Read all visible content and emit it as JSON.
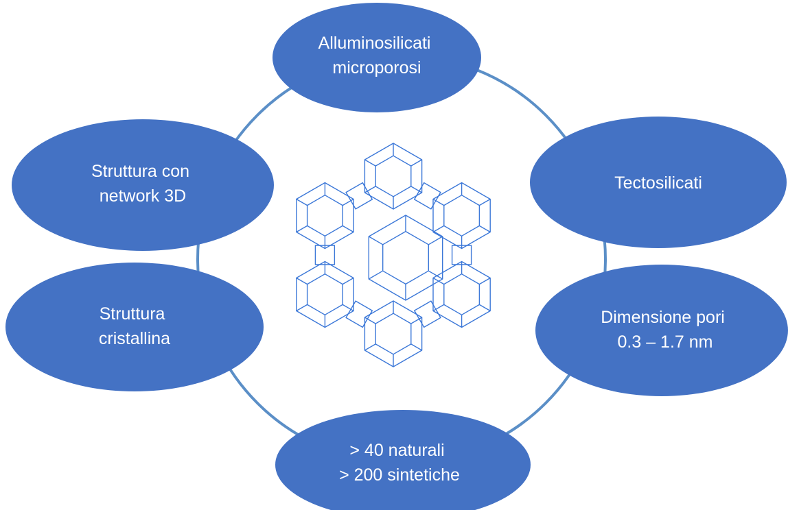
{
  "colors": {
    "node_fill": "#4472C4",
    "node_text": "#FFFFFF",
    "ring": "#5B8FC7",
    "lattice": "#3C78D8",
    "background": "#FFFFFF"
  },
  "center": {
    "icon": "zeolite-framework-icon"
  },
  "nodes": [
    {
      "id": "top",
      "lines": [
        "Alluminosilicati",
        "microporosi"
      ]
    },
    {
      "id": "upper-right",
      "lines": [
        "Tectosilicati"
      ]
    },
    {
      "id": "lower-right",
      "lines": [
        "Dimensione pori",
        "0.3 – 1.7 nm"
      ]
    },
    {
      "id": "bottom",
      "lines": [
        "> 40 naturali",
        "> 200 sintetiche"
      ]
    },
    {
      "id": "lower-left",
      "lines": [
        "Struttura",
        "cristallina"
      ]
    },
    {
      "id": "upper-left",
      "lines": [
        "Struttura con",
        "network 3D"
      ]
    }
  ]
}
